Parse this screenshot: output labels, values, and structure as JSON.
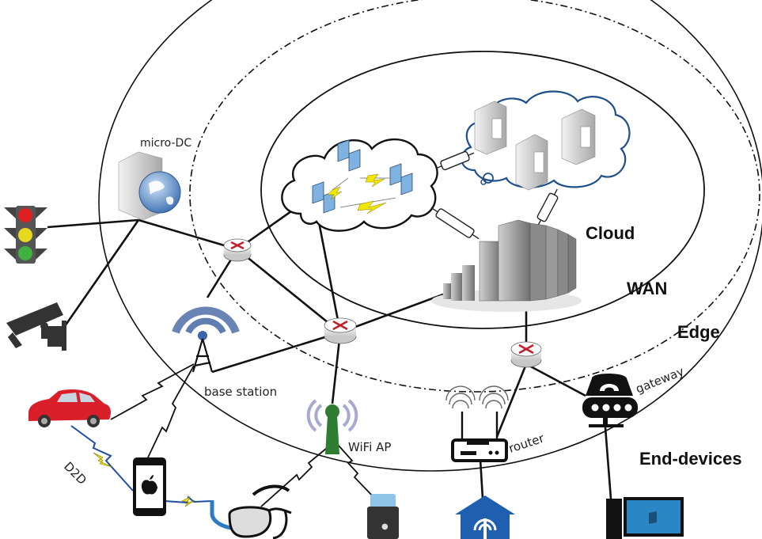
{
  "diagram": {
    "tiers": {
      "cloud": "Cloud",
      "wan": "WAN",
      "edge": "Edge",
      "end_devices": "End-devices"
    },
    "labels": {
      "micro_dc": "micro-DC",
      "base_station": "base station",
      "wifi_ap": "WiFi AP",
      "router": "router",
      "gateway": "gateway",
      "d2d": "D2D"
    },
    "colors": {
      "line": "#111111",
      "router_arrows": "#c0202a",
      "cloud_outline_private": "#1f4e8c",
      "wifi_ap": "#2e7d32",
      "signal_blue": "#5070a8",
      "lightning": "#f2e600",
      "d2d_link": "#1f4ea0",
      "car": "#d81f2a",
      "traffic_red": "#e02020",
      "traffic_yellow": "#e8d820",
      "traffic_green": "#40b040",
      "monitor_screen": "#2b86c6",
      "smart_home": "#1f5fb0",
      "server_blue": "#7fb2e0"
    }
  }
}
